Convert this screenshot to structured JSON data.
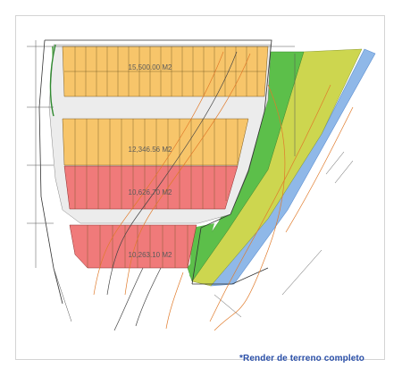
{
  "plan": {
    "zones": [
      {
        "name": "zone-top",
        "area_label": "15,500.00 M2",
        "color": "#f7c56a"
      },
      {
        "name": "zone-middle",
        "area_label": "12,346.56 M2",
        "color": "#f7c56a"
      },
      {
        "name": "zone-lower",
        "area_label": "10,626.70 M2",
        "color": "#f07a7a"
      },
      {
        "name": "zone-bottom",
        "area_label": "10,263.10 M2",
        "color": "#f07a7a"
      }
    ],
    "colors": {
      "green": "#5cbf4a",
      "yellow_green": "#c9d44a",
      "blue": "#8fb8e8",
      "road": "#e9e9e9",
      "lines": "#444444",
      "contour": "#e07a2a"
    }
  },
  "caption": "*Render de terreno completo"
}
